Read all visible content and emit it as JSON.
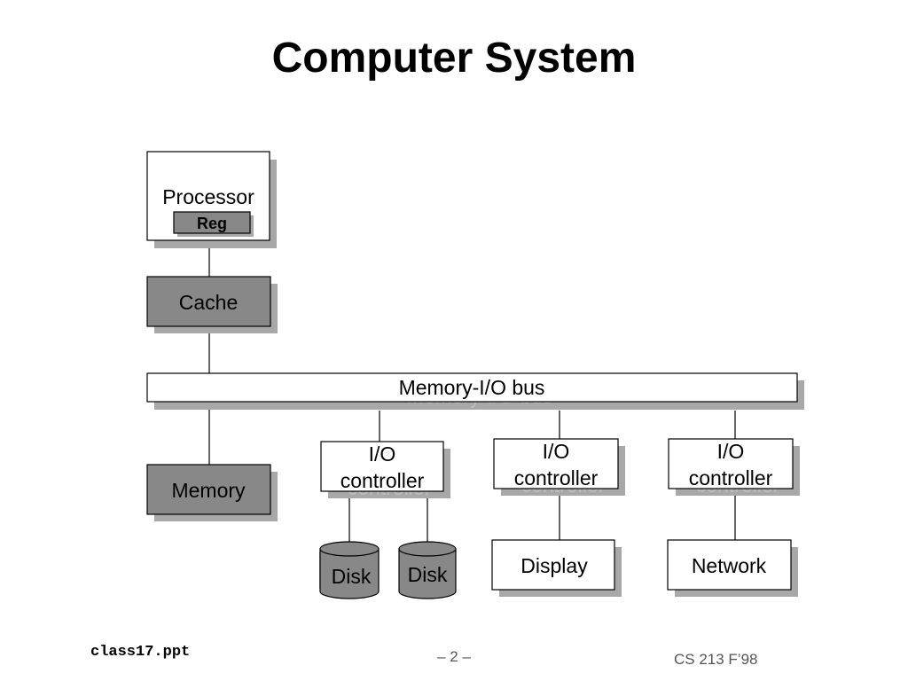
{
  "slide": {
    "title": "Computer System",
    "footer_left": "class17.ppt",
    "footer_center": "– 2 –",
    "footer_right": "CS 213 F’98"
  },
  "diagram": {
    "processor": {
      "label": "Processor",
      "register": "Reg"
    },
    "cache": {
      "label": "Cache"
    },
    "bus": {
      "label": "Memory-I/O bus"
    },
    "memory": {
      "label": "Memory"
    },
    "io_controllers": [
      {
        "line1": "I/O",
        "line2": "controller"
      },
      {
        "line1": "I/O",
        "line2": "controller"
      },
      {
        "line1": "I/O",
        "line2": "controller"
      }
    ],
    "disks": [
      {
        "label": "Disk"
      },
      {
        "label": "Disk"
      }
    ],
    "display": {
      "label": "Display"
    },
    "network": {
      "label": "Network"
    },
    "colors": {
      "filled_box": "#888888",
      "shadow": "#a8a8a8",
      "white_box": "#ffffff",
      "outline": "#000000"
    }
  }
}
